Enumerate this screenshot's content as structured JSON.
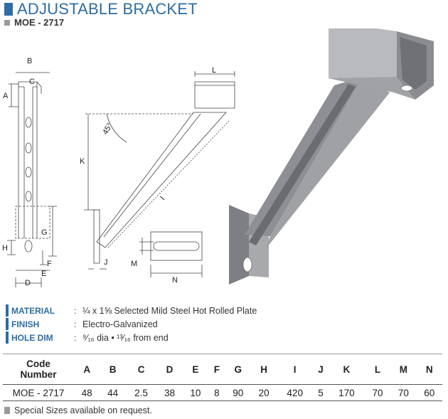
{
  "header": {
    "title": "ADJUSTABLE BRACKET",
    "model": "MOE - 2717"
  },
  "drawing": {
    "labels": {
      "A": "A",
      "B": "B",
      "C": "C",
      "D": "D",
      "E": "E",
      "F": "F",
      "G": "G",
      "H": "H",
      "I": "I",
      "J": "J",
      "K": "K",
      "L": "L",
      "M": "M",
      "N": "N",
      "angle": "45°"
    }
  },
  "specs": [
    {
      "label": "MATERIAL",
      "value": "¼ x 1⅝ Selected Mild Steel Hot Rolled Plate"
    },
    {
      "label": "FINISH",
      "value": "Electro-Galvanized"
    },
    {
      "label": "HOLE DIM",
      "value": "⁹⁄₁₆ dia  •  ¹³⁄₁₆ from end"
    }
  ],
  "table": {
    "code_header_line1": "Code",
    "code_header_line2": "Number",
    "columns": [
      "A",
      "B",
      "C",
      "D",
      "E",
      "F",
      "G",
      "H",
      "I",
      "J",
      "K",
      "L",
      "M",
      "N"
    ],
    "row": {
      "code": "MOE - 2717",
      "values": [
        "48",
        "44",
        "2.5",
        "38",
        "10",
        "8",
        "90",
        "20",
        "420",
        "5",
        "170",
        "70",
        "70",
        "60"
      ]
    }
  },
  "note": "Special Sizes available on request.",
  "colors": {
    "brand_blue": "#2e6da4",
    "steel": "#8d8f94",
    "steel_dark": "#5f6166",
    "steel_light": "#b8babe"
  }
}
